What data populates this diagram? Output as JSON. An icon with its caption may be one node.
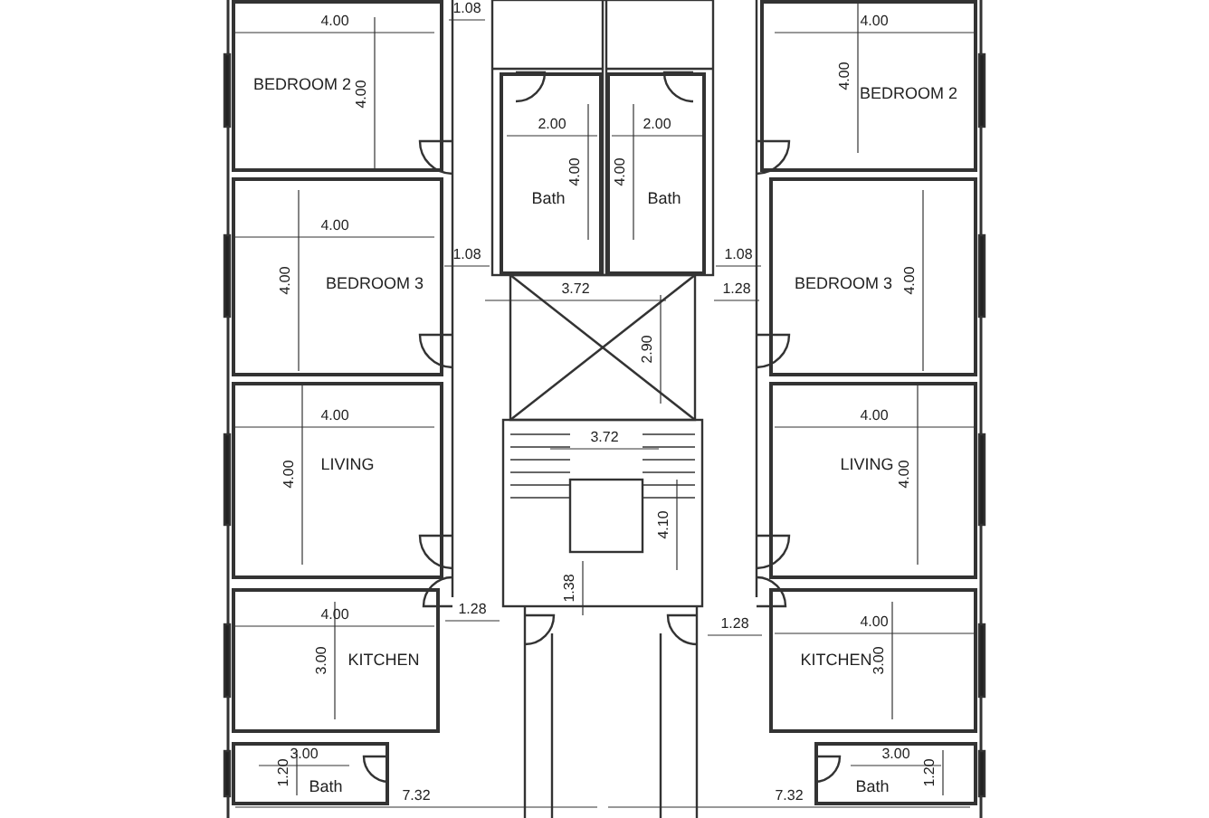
{
  "diagram": {
    "nodes": [
      {
        "text": [
          "BEDROOM 2"
        ]
      },
      {
        "text": [
          "Bath"
        ]
      },
      {
        "text": [
          "Bath"
        ]
      },
      {
        "text": [
          "BEDROOM 2"
        ]
      },
      {
        "text": [
          "BEDROOM 3"
        ]
      },
      {
        "text": [
          "BEDROOM 3"
        ]
      },
      {
        "text": [
          "LIVING"
        ]
      },
      {
        "text": [
          "LIVING"
        ]
      },
      {
        "text": [
          "KITCHEN"
        ]
      },
      {
        "text": [
          "KITCHEN"
        ]
      },
      {
        "text": [
          "Bath"
        ]
      },
      {
        "text": [
          "Bath"
        ]
      }
    ],
    "edges": [],
    "labels": [
      "4.00",
      "1.08",
      "4.00",
      "4.00",
      "4.00",
      "2.00",
      "2.00",
      "4.00",
      "4.00",
      "4.00",
      "1.08",
      "1.08",
      "4.00",
      "4.00",
      "3.72",
      "1.28",
      "2.90",
      "4.00",
      "4.00",
      "3.72",
      "4.00",
      "4.00",
      "4.10",
      "1.28",
      "1.38",
      "1.28",
      "4.00",
      "4.00",
      "3.00",
      "3.00",
      "3.00",
      "3.00",
      "1.20",
      "1.20",
      "7.32",
      "7.32"
    ]
  }
}
